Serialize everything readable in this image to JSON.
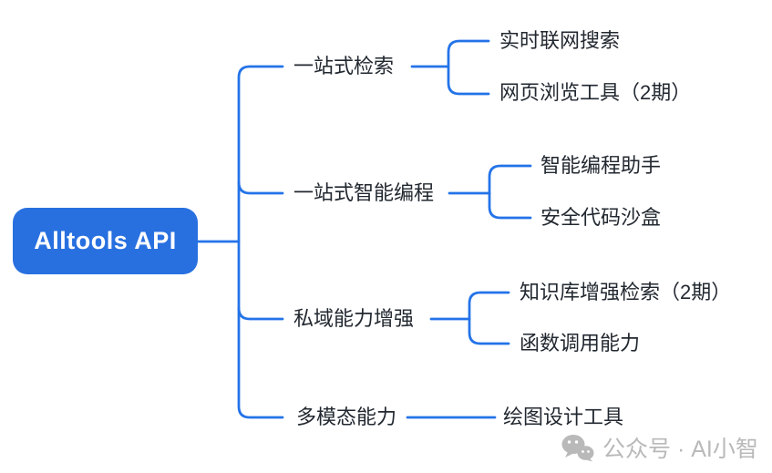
{
  "root": {
    "label": "Alltools API"
  },
  "branches": [
    {
      "label": "一站式检索",
      "children": [
        {
          "label": "实时联网搜索"
        },
        {
          "label": "网页浏览工具（2期）"
        }
      ]
    },
    {
      "label": "一站式智能编程",
      "children": [
        {
          "label": "智能编程助手"
        },
        {
          "label": "安全代码沙盒"
        }
      ]
    },
    {
      "label": "私域能力增强",
      "children": [
        {
          "label": "知识库增强检索（2期）"
        },
        {
          "label": "函数调用能力"
        }
      ]
    },
    {
      "label": "多模态能力",
      "children": [
        {
          "label": "绘图设计工具"
        }
      ]
    }
  ],
  "watermark": {
    "text": "公众号 · AI小智",
    "icon": "wechat-icon"
  },
  "colors": {
    "root_fill": "#2870e0",
    "line": "#2373e8",
    "label_text": "#222830",
    "root_text": "#ffffff",
    "watermark_text": "#b9b9b9",
    "background": "#ffffff"
  }
}
